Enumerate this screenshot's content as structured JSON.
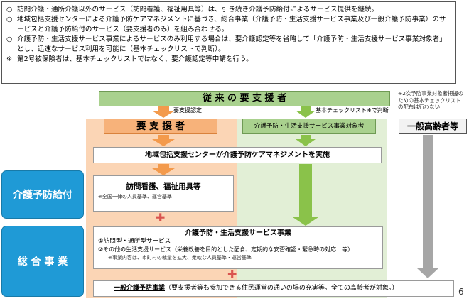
{
  "notes": [
    {
      "marker": "○",
      "text": "訪問介護・通所介護以外のサービス（訪問看護、福祉用具等）は、引き続き介護予防給付によるサービス提供を継続。"
    },
    {
      "marker": "○",
      "text": "地域包括支援センターによる介護予防ケアマネジメントに基づき、総合事業（介護予防・生活支援サービス事業及び一般介護予防事業）のサービスと介護予防給付のサービス（要支援者のみ）を組み合わせる。"
    },
    {
      "marker": "○",
      "text": "介護予防・生活支援サービス事業によるサービスのみ利用する場合は、要介護認定等を省略して「介護予防・生活支援サービス事業対象者」とし、迅速なサービス利用を可能に（基本チェックリストで判断）。"
    },
    {
      "marker": "※",
      "text": "第2号被保険者は、基本チェックリストではなく、要介護認定等申請を行う。"
    }
  ],
  "diagram": {
    "top_box": "従 来 の 要 支 援 者",
    "label_ninntei": "要支援認定",
    "label_checklist": "基本チェックリスト※で判断",
    "note_right": "※2次予防事業対象者把握のための基本チェックリストの配布は行わない",
    "yoshienn": "要 支 援 者",
    "taishosha": "介護予防・生活支援サービス事業対象者",
    "ippan": "一般高齢者等",
    "center_box": "地域包括支援センターが介護予防ケアマネジメントを実施",
    "kyufu_box": {
      "title": "訪問看護、福祉用具等",
      "sub": "※全国一律の人員基準、運営基準"
    },
    "sogo_box": {
      "title": "介護予防・生活支援サービス事業",
      "line1": "①訪問型・通所型サービス",
      "line2": "②その他の生活支援サービス（栄養改善を目的とした配食、定期的な安否確認・緊急時の対応　等）",
      "sub": "※事業内容は、市町村の裁量を拡大、柔軟な人員基準・運営基準"
    },
    "bottom_box": {
      "title": "一般介護予防事業",
      "text": "（要支援者等も参加できる住民運営の通いの場の充実等。全ての高齢者が対象。）"
    },
    "side_kyufu": "介護予防給付",
    "side_sogo": "総 合 事 業",
    "plus": "✚",
    "page_number": "6"
  },
  "colors": {
    "orange_bg": "#fbd5b5",
    "green_bg": "#e2efd6",
    "side_blue": "#1f9ad6",
    "plus_red": "#d9534f",
    "arrow_orange": "#f39a4c",
    "arrow_green": "#8ac24a",
    "arrow_gray": "#a6a6a6"
  }
}
